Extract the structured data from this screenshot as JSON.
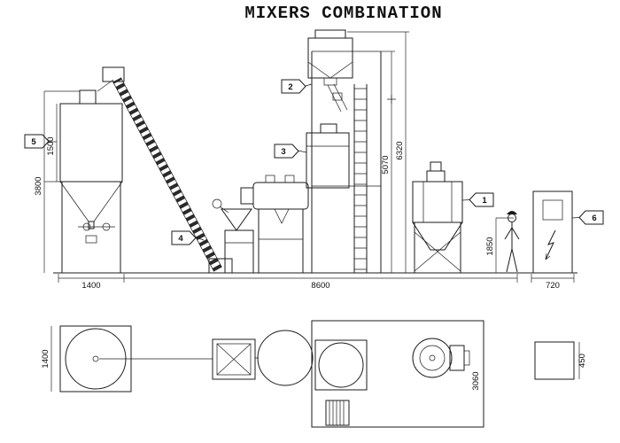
{
  "title": "MIXERS COMBINATION",
  "colors": {
    "line": "#1b1b1b",
    "background": "#ffffff"
  },
  "callouts": [
    {
      "label": "1"
    },
    {
      "label": "2"
    },
    {
      "label": "3"
    },
    {
      "label": "4"
    },
    {
      "label": "5"
    },
    {
      "label": "6"
    }
  ],
  "dimensions": {
    "elev_left_inner_height": "1500",
    "elev_left_total_height": "3800",
    "elev_left_width": "1400",
    "elev_main_span": "8600",
    "elev_cabinet_width": "720",
    "elev_tower_height_inner": "5070",
    "elev_tower_height_total": "6320",
    "elev_person_height": "1850",
    "plan_left_tank_depth": "1400",
    "plan_main_depth": "3060",
    "plan_cabinet_depth": "450"
  }
}
